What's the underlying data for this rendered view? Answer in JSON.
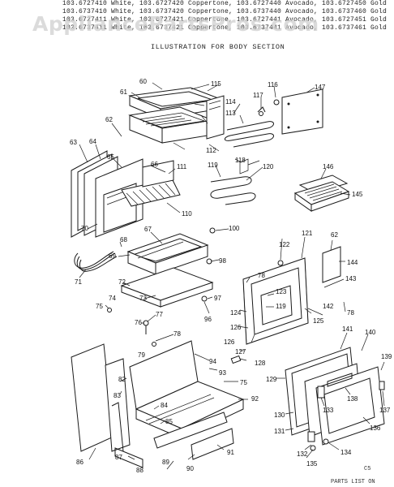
{
  "header": {
    "lines": [
      "103.6727410 White, 103.6727420 Coppertone, 103.6727440 Avocado, 103.6727450 Gold",
      "103.6737410 White, 103.6737420 Coppertone, 103.6737440 Avocado, 103.6737460 Gold",
      "103.6727411 White, 103.6727421 Coppertone, 103.6727441 Avocado, 103.6727451 Gold",
      "103.6737411 White, 103.6737421 Coppertone, 103.6737441 Avocado, 103.6737461 Gold"
    ],
    "title": "ILLUSTRATION FOR BODY SECTION"
  },
  "watermark": "AppliancePartsPros.com",
  "footer": {
    "text": "PARTS LIST ON",
    "corner_mark": "C5"
  },
  "part_labels": [
    "60",
    "61",
    "62",
    "63",
    "64",
    "65",
    "66",
    "111",
    "110",
    "67",
    "68",
    "69",
    "70",
    "71",
    "72",
    "73",
    "74",
    "75",
    "76",
    "77",
    "78",
    "79",
    "94",
    "93",
    "92",
    "82",
    "83",
    "84",
    "85",
    "86",
    "87",
    "88",
    "89",
    "90",
    "91",
    "75",
    "115",
    "114",
    "113",
    "112",
    "117",
    "116",
    "147",
    "118",
    "119",
    "120",
    "146",
    "145",
    "100",
    "98",
    "97",
    "96",
    "122",
    "121",
    "62",
    "144",
    "143",
    "78",
    "123",
    "124",
    "119",
    "126",
    "125",
    "142",
    "78",
    "141",
    "140",
    "139",
    "137",
    "126",
    "127",
    "128",
    "129",
    "130",
    "131",
    "133",
    "138",
    "136",
    "132",
    "135",
    "134"
  ]
}
